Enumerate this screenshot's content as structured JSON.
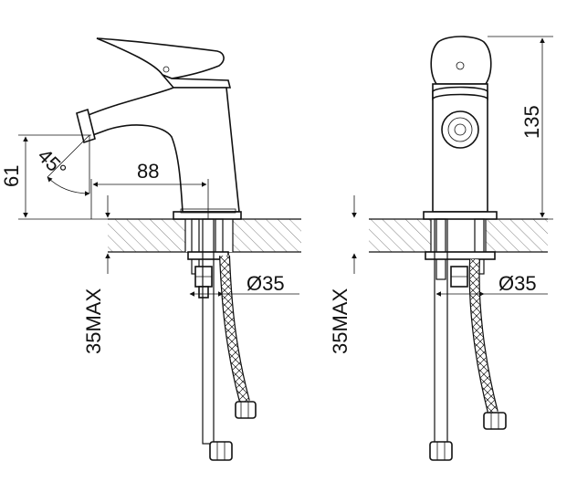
{
  "dimensions": {
    "left_height": "61",
    "angle": "45°",
    "reach": "88",
    "left_max": "35MAX",
    "left_hole": "Ø35",
    "right_height": "135",
    "right_max": "35MAX",
    "right_hole": "Ø35"
  },
  "colors": {
    "line": "#111111",
    "hatch": "#666666",
    "background": "#ffffff"
  }
}
